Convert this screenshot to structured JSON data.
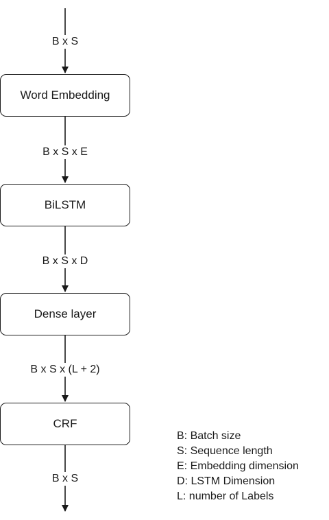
{
  "dims": {
    "input": "B x S",
    "after_embedding": "B x S x E",
    "after_bilstm": "B x S x D",
    "after_dense": "B x S x (L + 2)",
    "output": "B x S"
  },
  "layers": {
    "embedding": "Word Embedding",
    "bilstm": "BiLSTM",
    "dense": "Dense layer",
    "crf": "CRF"
  },
  "legend": [
    "B: Batch size",
    "S: Sequence length",
    "E: Embedding dimension",
    "D: LSTM Dimension",
    "L: number of Labels"
  ]
}
